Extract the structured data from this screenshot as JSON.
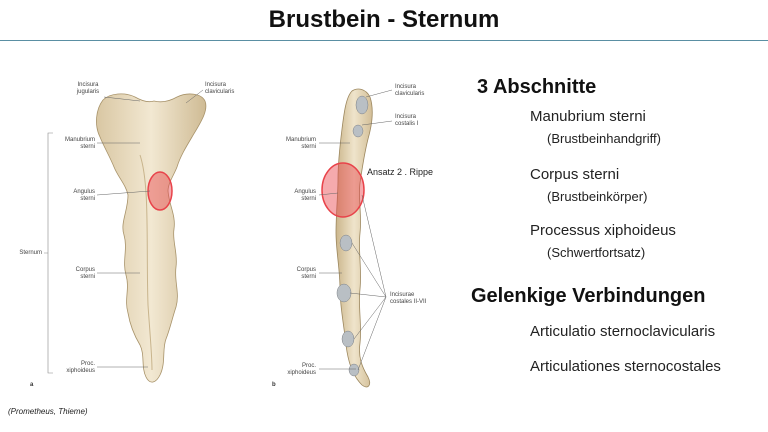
{
  "title": "Brustbein - Sternum",
  "figure": {
    "panel_a": {
      "letter": "a",
      "labels": {
        "incisura_jugularis": "Incisura\njugularis",
        "incisura_clavicularis": "Incisura\nclavicularis",
        "manubrium_sterni": "Manubrium\nsterni",
        "angulus_sterni": "Angulus\nsterni",
        "sternum": "Sternum",
        "corpus_sterni": "Corpus\nsterni",
        "proc_xiphoideus": "Proc.\nxiphoideus"
      }
    },
    "panel_b": {
      "letter": "b",
      "labels": {
        "incisura_clavicularis": "Incisura\nclavicularis",
        "incisura_costalis_i": "Incisura\ncostalis I",
        "manubrium_sterni": "Manubrium\nsterni",
        "angulus_sterni": "Angulus\nsterni",
        "corpus_sterni": "Corpus\nsterni",
        "incisurae_costales": "Incisurae\ncostales II-VII",
        "proc_xiphoideus": "Proc.\nxiphoideus"
      },
      "annotation": "Ansatz 2 . Rippe"
    },
    "credit": "(Prometheus, Thieme)",
    "highlight_color": "#e8434a"
  },
  "sections": {
    "heading": "3 Abschnitte",
    "items": [
      {
        "name": "Manubrium sterni",
        "sub": "(Brustbeinhandgriff)"
      },
      {
        "name": "Corpus sterni",
        "sub": "(Brustbeinkörper)"
      },
      {
        "name": "Processus xiphoideus",
        "sub": "(Schwertfortsatz)"
      }
    ]
  },
  "joints": {
    "heading": "Gelenkige Verbindungen",
    "items": [
      "Articulatio sternoclavicularis",
      "Articulationes sternocostales"
    ]
  }
}
